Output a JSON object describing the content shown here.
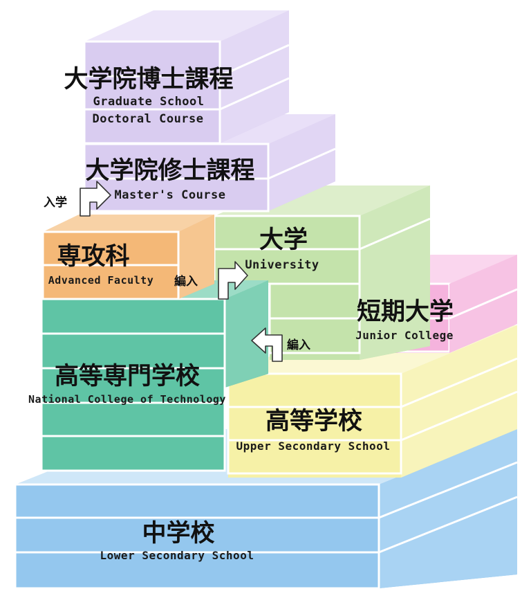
{
  "blocks": {
    "graduate_doctoral": {
      "jp": "大学院博士課程",
      "en1": "Graduate School",
      "en2": "Doctoral Course"
    },
    "graduate_master": {
      "jp": "大学院修士課程",
      "en1": "Master's Course"
    },
    "advanced_faculty": {
      "jp": "専攻科",
      "en1": "Advanced Faculty"
    },
    "university": {
      "jp": "大学",
      "en1": "University"
    },
    "junior_college": {
      "jp": "短期大学",
      "en1": "Junior College"
    },
    "kosen": {
      "jp": "高等専門学校",
      "en1": "National College of Technology"
    },
    "upper_secondary": {
      "jp": "高等学校",
      "en1": "Upper Secondary School"
    },
    "lower_secondary": {
      "jp": "中学校",
      "en1": "Lower Secondary School"
    }
  },
  "arrows": {
    "enter": "入学",
    "transfer_university": "編入",
    "transfer_kosen": "編入"
  },
  "colors": {
    "purple": "#d9ccf0",
    "green": "#c4e3ab",
    "orange": "#f4b877",
    "teal": "#5fc4a5",
    "pink": "#f5b3dd",
    "yellow": "#f6f1a7",
    "blue": "#94c7ee"
  }
}
